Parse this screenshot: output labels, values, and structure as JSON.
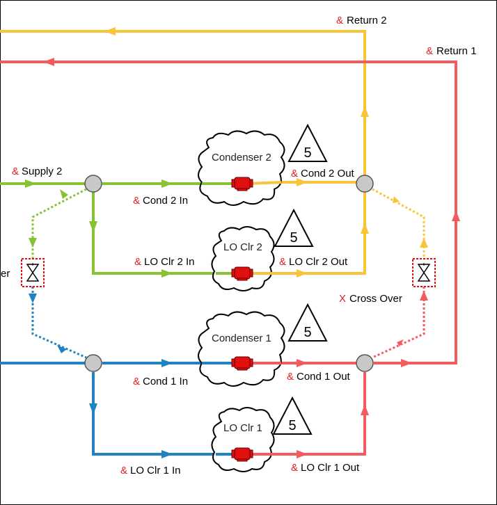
{
  "colors": {
    "yellow": "#f9c33a",
    "red": "#f45b5e",
    "green": "#86c232",
    "blue": "#1f82c3",
    "junction": "#c8c8c8",
    "pump": "#e01010"
  },
  "labels": {
    "return2": {
      "amp": "&",
      "text": "Return 2"
    },
    "return1": {
      "amp": "&",
      "text": "Return 1"
    },
    "supply2": {
      "amp": "&",
      "text": "Supply 2"
    },
    "cond2_in": {
      "amp": "&",
      "text": "Cond 2 In"
    },
    "cond2_out": {
      "amp": "&",
      "text": "Cond 2 Out"
    },
    "loclr2_in": {
      "amp": "&",
      "text": "LO Clr 2 In"
    },
    "loclr2_out": {
      "amp": "&",
      "text": "LO Clr 2 Out"
    },
    "cross_over": {
      "amp": "X",
      "text": "Cross Over"
    },
    "cross_over_left": {
      "text": "er"
    },
    "cond1_in": {
      "amp": "&",
      "text": "Cond 1 In"
    },
    "cond1_out": {
      "amp": "&",
      "text": "Cond 1 Out"
    },
    "loclr1_in": {
      "amp": "&",
      "text": "LO Clr 1 In"
    },
    "loclr1_out": {
      "amp": "&",
      "text": "LO Clr 1 Out"
    }
  },
  "equipment": {
    "condenser2": "Condenser 2",
    "loclr2": "LO Clr 2",
    "condenser1": "Condenser 1",
    "loclr1": "LO Clr 1"
  },
  "markers": {
    "cond2": "5",
    "loclr2": "5",
    "cond1": "5",
    "loclr1": "5"
  }
}
